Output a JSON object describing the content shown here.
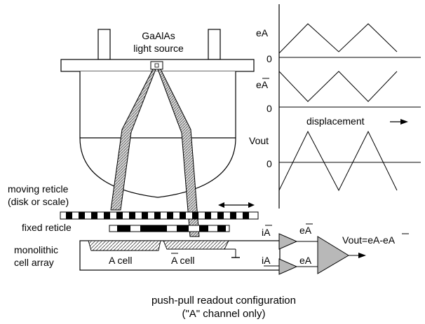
{
  "source_label": [
    "GaAlAs",
    "light source"
  ],
  "moving_reticle_label": [
    "moving reticle",
    "(disk or scale)"
  ],
  "fixed_reticle_label": "fixed reticle",
  "cell_array_label": [
    "monolithic",
    "cell array"
  ],
  "a_cell_label": "A cell",
  "abar_cell_label": "A cell",
  "signals": {
    "ea": "eA",
    "eabar": "eA",
    "vout": "Vout",
    "zero": "0",
    "displacement": "displacement"
  },
  "amp_labels": {
    "ia_bar": "iA",
    "ia": "iA",
    "ea_bar": "eA",
    "ea": "eA",
    "output": "Vout=eA-eA"
  },
  "caption": [
    "push-pull readout configuration",
    "(\"A\" channel only)"
  ]
}
